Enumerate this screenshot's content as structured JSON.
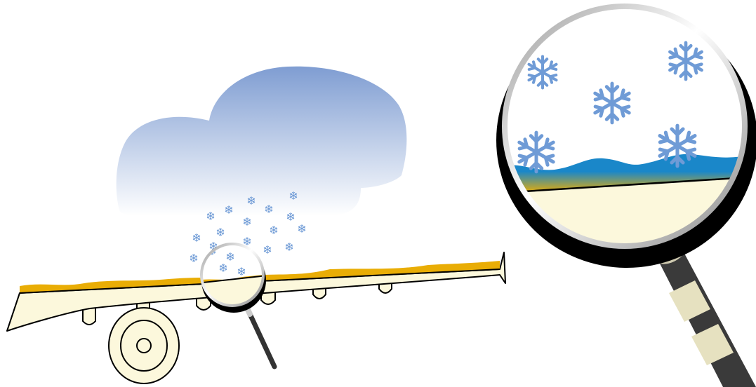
{
  "scene": {
    "elements": [
      "snow-cloud",
      "falling-snowflakes",
      "aircraft-wing",
      "landing-gear-wheel",
      "small-magnifier",
      "large-magnifier-inset"
    ],
    "colors": {
      "cloud_top": "#7f9dd2",
      "cloud_bottom": "#ffffff",
      "snowflake": "#6f9bd6",
      "wing_fill": "#fcf8dc",
      "outline": "#000000",
      "contamination_gold": "#e9ad05",
      "snow_layer_blue": "#1a87c9",
      "handle_dark": "#3a3a3a",
      "handle_light": "#e6e1c0"
    }
  }
}
